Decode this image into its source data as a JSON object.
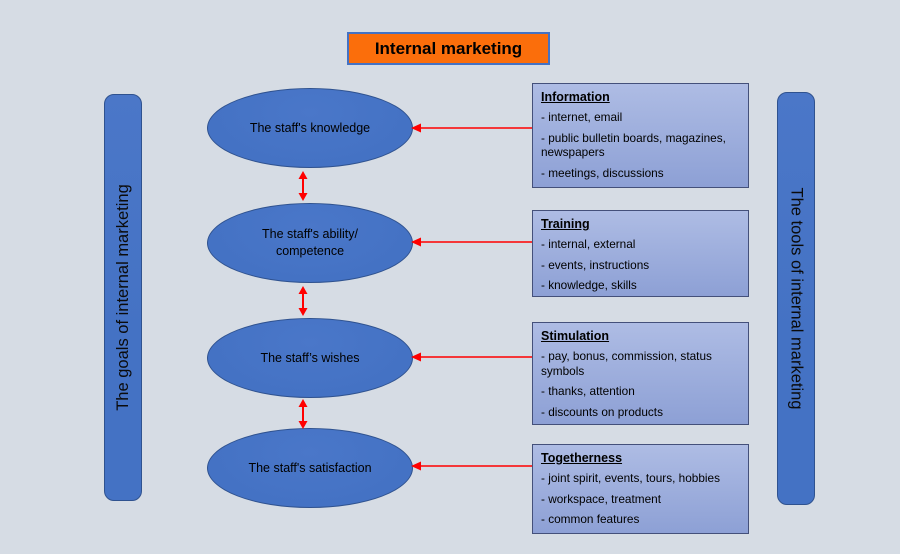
{
  "title": "Internal marketing",
  "left_bar": {
    "label": "The goals of internal marketing"
  },
  "right_bar": {
    "label": "The tools of internal marketing"
  },
  "ellipses": [
    {
      "label": "The staff's knowledge"
    },
    {
      "label": "The staff's ability/\ncompetence"
    },
    {
      "label": "The staff’s wishes"
    },
    {
      "label": "The staff's satisfaction"
    }
  ],
  "boxes": [
    {
      "heading": "Information",
      "items": [
        "- internet, email",
        "- public bulletin boards, magazines, newspapers",
        "- meetings, discussions"
      ]
    },
    {
      "heading": "Training",
      "items": [
        "- internal, external",
        "- events, instructions",
        "- knowledge, skills"
      ]
    },
    {
      "heading": "Stimulation",
      "items": [
        "- pay, bonus, commission, status symbols",
        "- thanks, attention",
        "- discounts on products"
      ]
    },
    {
      "heading": "Togetherness",
      "items": [
        "- joint spirit, events, tours, hobbies",
        "- workspace, treatment",
        "- common features"
      ]
    }
  ],
  "colors": {
    "background": "#d6dce4",
    "title_fill": "#fb6e0b",
    "title_border": "#4472c4",
    "shape_fill": "#4472c4",
    "shape_border": "#2f528f",
    "box_fill_top": "#aebce4",
    "box_fill_bottom": "#8da0d5",
    "box_border": "#44507a",
    "arrow": "#ff0000",
    "text": "#000000"
  }
}
